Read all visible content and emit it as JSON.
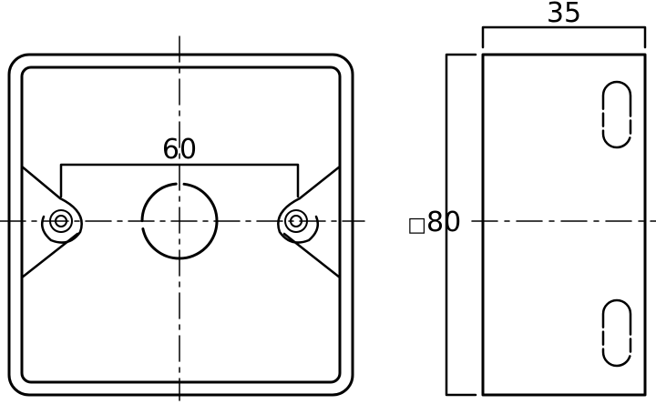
{
  "dimensions": {
    "hole_spacing": "60",
    "depth": "35",
    "square_symbol": "□",
    "side": "80"
  }
}
